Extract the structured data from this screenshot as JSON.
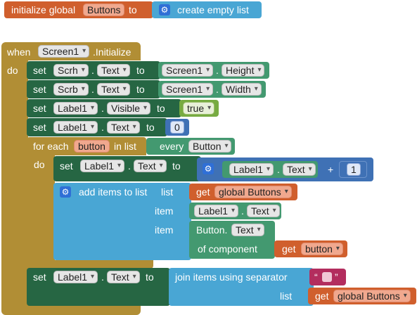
{
  "colors": {
    "variables": "#d05f2d",
    "lists": "#49a6d4",
    "events": "#b18e35",
    "components_set": "#266643",
    "components_get": "#439970",
    "logic": "#77ab41",
    "math": "#3f71b5",
    "text": "#b32d5e",
    "any_component": "#439970"
  },
  "global_init": {
    "prefix": "initialize global",
    "name": "Buttons",
    "to": "to",
    "value_label": "create empty list"
  },
  "event": {
    "when": "when",
    "component": "Screen1",
    "event_name": ".Initialize",
    "do": "do"
  },
  "statements": [
    {
      "set": "set",
      "component": "Scrh",
      "dot": ".",
      "property": "Text",
      "to": "to",
      "value_component": "Screen1",
      "value_dot": ".",
      "value_property": "Height"
    },
    {
      "set": "set",
      "component": "Scrb",
      "dot": ".",
      "property": "Text",
      "to": "to",
      "value_component": "Screen1",
      "value_dot": ".",
      "value_property": "Width"
    },
    {
      "set": "set",
      "component": "Label1",
      "dot": ".",
      "property": "Visible",
      "to": "to",
      "value": "true"
    },
    {
      "set": "set",
      "component": "Label1",
      "dot": ".",
      "property": "Text",
      "to": "to",
      "value": "0"
    }
  ],
  "foreach": {
    "for_each": "for each",
    "var": "button",
    "in_list": "in list",
    "list_source_prefix": "every",
    "list_source": "Button",
    "do": "do",
    "inner_set": {
      "set": "set",
      "component": "Label1",
      "dot": ".",
      "property": "Text",
      "to": "to",
      "lhs_component": "Label1",
      "lhs_dot": ".",
      "lhs_property": "Text",
      "op": "+",
      "rhs": "1"
    },
    "add_items": {
      "label": "add items to list",
      "list_label": "list",
      "list_get": "get",
      "list_var": "global Buttons",
      "item1_label": "item",
      "item1_component": "Label1",
      "item1_dot": ".",
      "item1_property": "Text",
      "item2_label": "item",
      "item2_prefix": "Button.",
      "item2_property": "Text",
      "item2_of_component": "of component",
      "item2_get": "get",
      "item2_var": "button"
    }
  },
  "final_set": {
    "set": "set",
    "component": "Label1",
    "dot": ".",
    "property": "Text",
    "to": "to",
    "join_label": "join items using separator",
    "separator_open": "“",
    "separator_close": "”",
    "list_label": "list",
    "list_get": "get",
    "list_var": "global Buttons"
  }
}
